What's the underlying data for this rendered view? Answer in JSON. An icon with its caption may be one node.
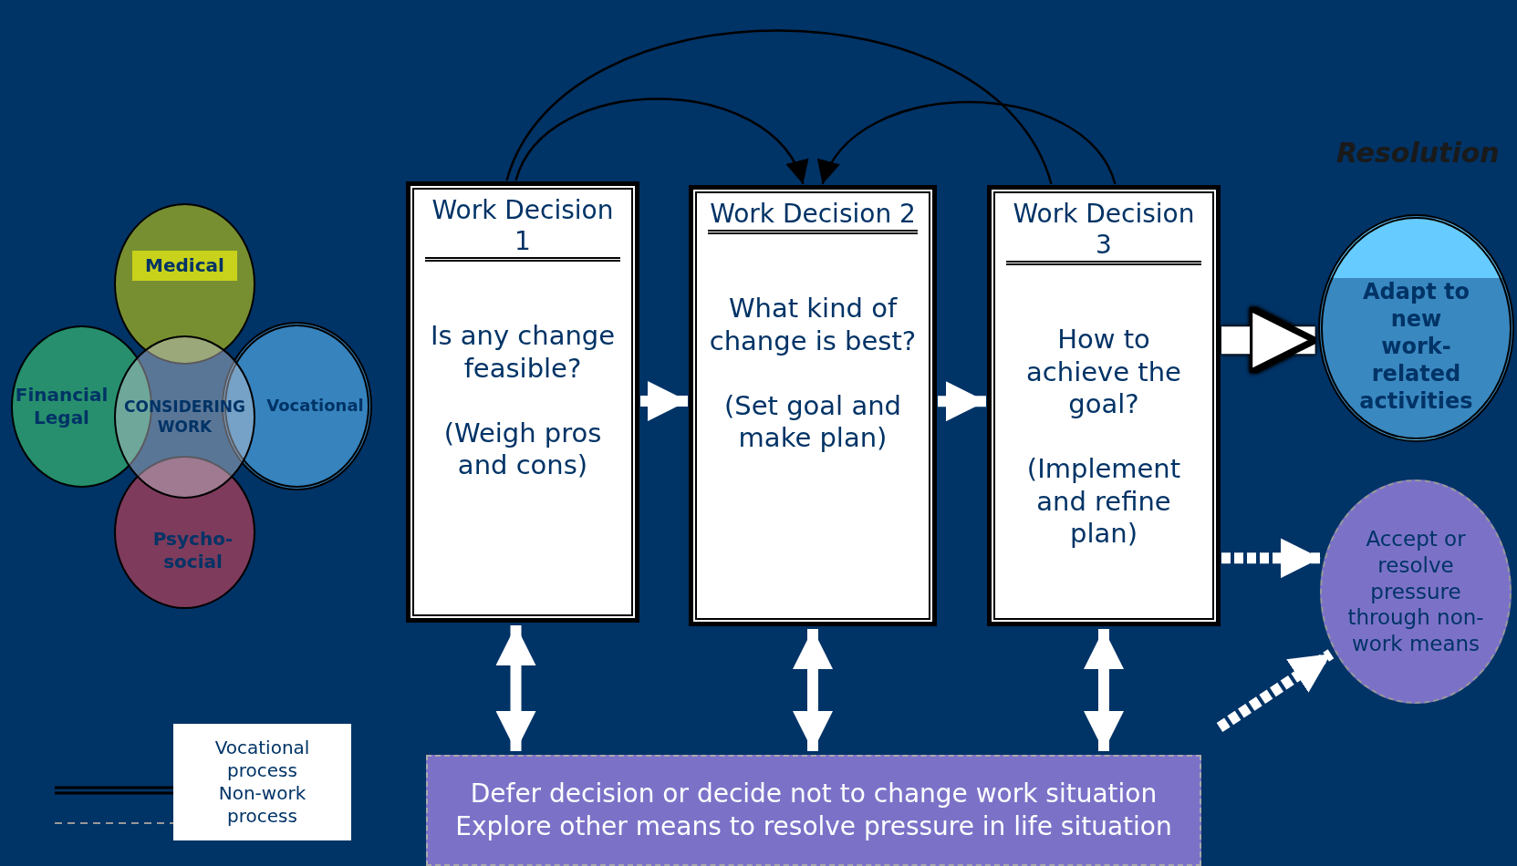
{
  "diagram": {
    "nodes": [
      {
        "text": [
          "Medical"
        ]
      },
      {
        "text": [
          "Financial Legal"
        ]
      },
      {
        "text": [
          "Vocational"
        ]
      },
      {
        "text": [
          "Psycho-social"
        ]
      },
      {
        "text": [
          "CONSIDERING WORK"
        ]
      },
      {
        "text": [
          "Work Decision 1",
          "Is any change feasible?",
          "(Weigh pros and cons)"
        ]
      },
      {
        "text": [
          "Work Decision 2",
          "What kind of change is best?",
          "(Set goal and make plan)"
        ]
      },
      {
        "text": [
          "Work Decision 3",
          "How to achieve the goal?",
          "(Implement and refine plan)"
        ]
      },
      {
        "text": [
          "Adapt to new work-related activities"
        ]
      },
      {
        "text": [
          "Accept or resolve pressure through non-work means"
        ]
      },
      {
        "text": [
          "Defer decision or decide not to change work situation",
          "Explore other means to resolve pressure in life situation"
        ]
      }
    ],
    "edges": [
      {
        "from": 5,
        "to": 6,
        "arrow": "to"
      },
      {
        "from": 6,
        "to": 7,
        "arrow": "to"
      },
      {
        "from": 7,
        "to": 8,
        "arrow": "to",
        "style": "thick"
      },
      {
        "from": 7,
        "to": 9,
        "arrow": "to",
        "style": "dashed"
      },
      {
        "from": 10,
        "to": 9,
        "arrow": "to",
        "style": "dashed"
      },
      {
        "from": 5,
        "to": 10,
        "arrow": "both"
      },
      {
        "from": 6,
        "to": 10,
        "arrow": "both"
      },
      {
        "from": 7,
        "to": 10,
        "arrow": "both"
      },
      {
        "from": 5,
        "to": 6,
        "arrow": "to",
        "color": "#000000"
      },
      {
        "from": 7,
        "to": 6,
        "arrow": "to",
        "color": "#000000"
      },
      {
        "from": 5,
        "to": 7,
        "arrow": "none",
        "color": "#000000"
      }
    ],
    "labels": [
      "Resolution"
    ],
    "legend": [
      {
        "text": "Vocational process"
      },
      {
        "text": "Non-work process"
      }
    ]
  }
}
